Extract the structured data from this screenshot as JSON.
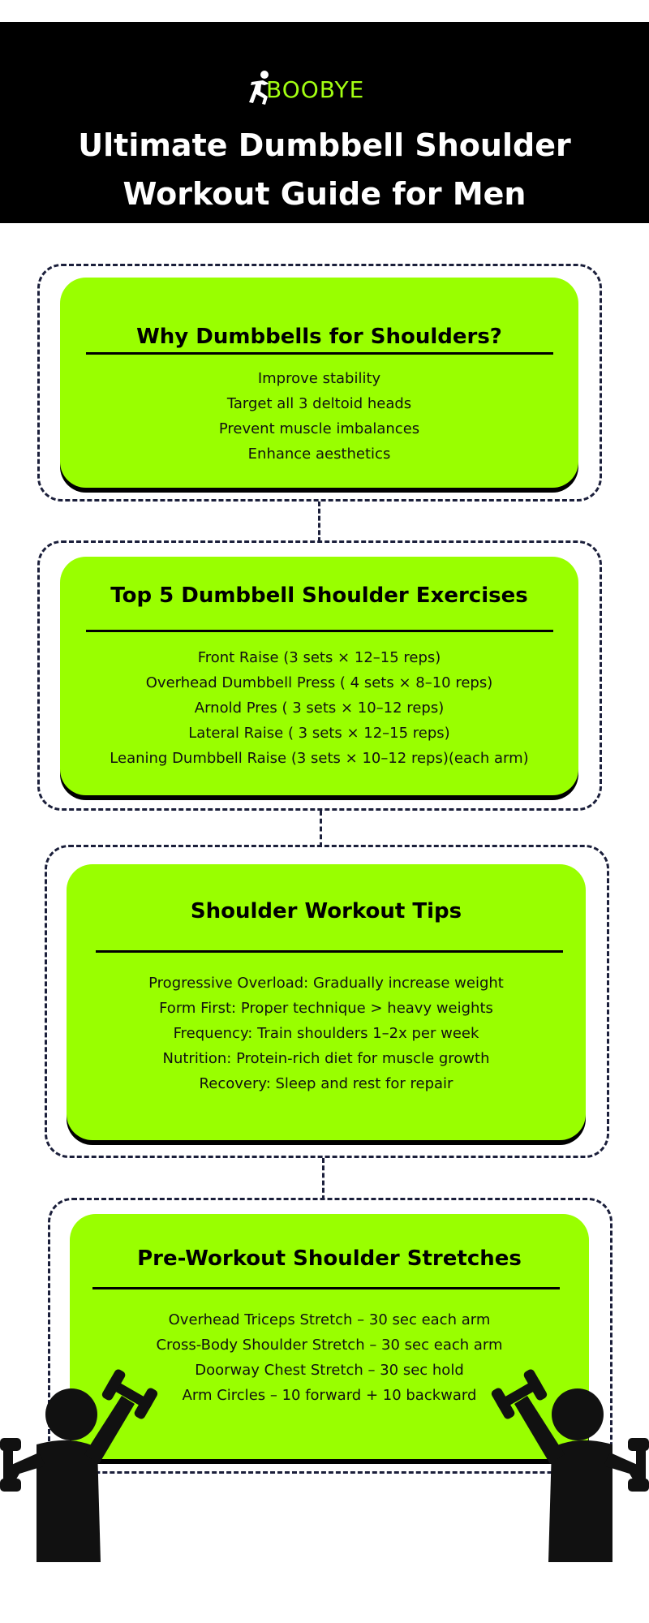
{
  "header": {
    "brand": "BOOBYE",
    "title_line1": "Ultimate Dumbbell Shoulder",
    "title_line2": "Workout Guide for Men"
  },
  "sections": [
    {
      "title": "Why Dumbbells for Shoulders?",
      "items": [
        "Improve stability",
        "Target all 3 deltoid heads",
        "Prevent muscle imbalances",
        "Enhance aesthetics"
      ]
    },
    {
      "title": "Top 5 Dumbbell Shoulder Exercises",
      "items": [
        "Front Raise (3 sets × 12–15 reps)",
        "Overhead Dumbbell Press ( 4 sets × 8–10 reps)",
        "Arnold Pres ( 3 sets × 10–12 reps)",
        "Lateral Raise ( 3 sets × 12–15 reps)",
        "Leaning Dumbbell Raise (3 sets × 10–12 reps)(each arm)"
      ]
    },
    {
      "title": "Shoulder Workout Tips",
      "items": [
        "Progressive Overload: Gradually increase weight",
        "Form First: Proper technique > heavy weights",
        "Frequency: Train shoulders 1–2x per week",
        "Nutrition: Protein-rich diet for muscle growth",
        "Recovery: Sleep and rest for repair"
      ]
    },
    {
      "title": "Pre-Workout Shoulder Stretches",
      "items": [
        "Overhead Triceps Stretch – 30 sec each arm",
        "Cross-Body Shoulder Stretch – 30 sec each arm",
        "Doorway Chest Stretch – 30 sec hold",
        "Arm Circles – 10 forward + 10 backward"
      ]
    }
  ],
  "colors": {
    "accent": "#99ff00",
    "header_bg": "#000000",
    "dash": "#1b1f3b",
    "brand": "#a3ff12"
  },
  "icons": [
    "runner-logo-icon",
    "dumbbell-man-left-icon",
    "dumbbell-man-right-icon"
  ]
}
